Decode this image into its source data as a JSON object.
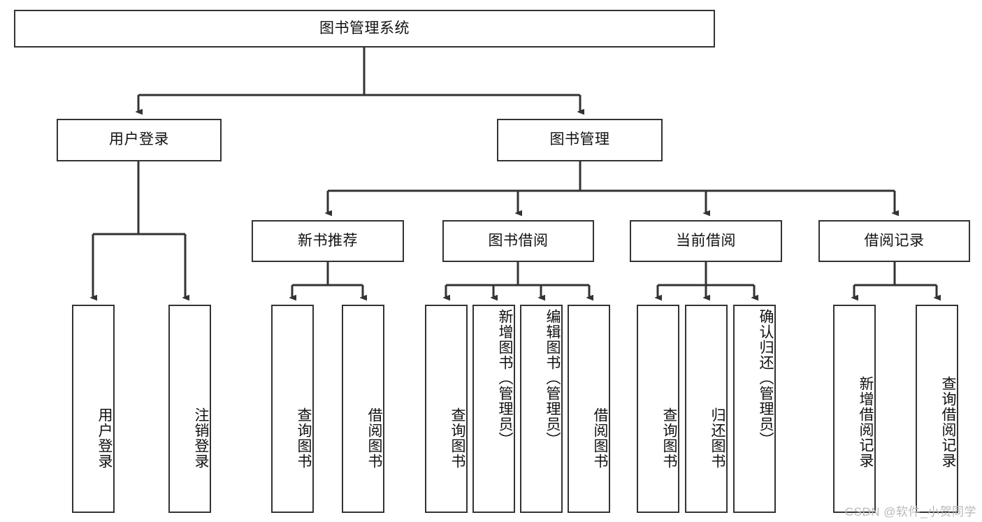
{
  "diagram": {
    "title": "图书管理系统",
    "type": "hierarchy-tree",
    "root": {
      "label": "图书管理系统"
    },
    "level2": [
      {
        "label": "用户登录"
      },
      {
        "label": "图书管理"
      }
    ],
    "level3": [
      {
        "label": "新书推荐"
      },
      {
        "label": "图书借阅"
      },
      {
        "label": "当前借阅"
      },
      {
        "label": "借阅记录"
      }
    ],
    "leaves": {
      "user_login": [
        {
          "label": "用户登录"
        },
        {
          "label": "注销登录"
        }
      ],
      "new_book_recommend": [
        {
          "label": "查询图书"
        },
        {
          "label": "借阅图书"
        }
      ],
      "book_borrow": [
        {
          "label": "查询图书"
        },
        {
          "label": "新增图书（管理员）"
        },
        {
          "label": "编辑图书（管理员）"
        },
        {
          "label": "借阅图书"
        }
      ],
      "current_borrow": [
        {
          "label": "查询图书"
        },
        {
          "label": "归还图书"
        },
        {
          "label": "确认归还（管理员）"
        }
      ],
      "borrow_record": [
        {
          "label": "新增借阅记录"
        },
        {
          "label": "查询借阅记录"
        }
      ]
    },
    "watermark": "CSDN @软件_小贺同学",
    "colors": {
      "stroke": "#333333",
      "fill": "#ffffff",
      "text": "#111111",
      "watermark": "#b9b9b9"
    }
  }
}
